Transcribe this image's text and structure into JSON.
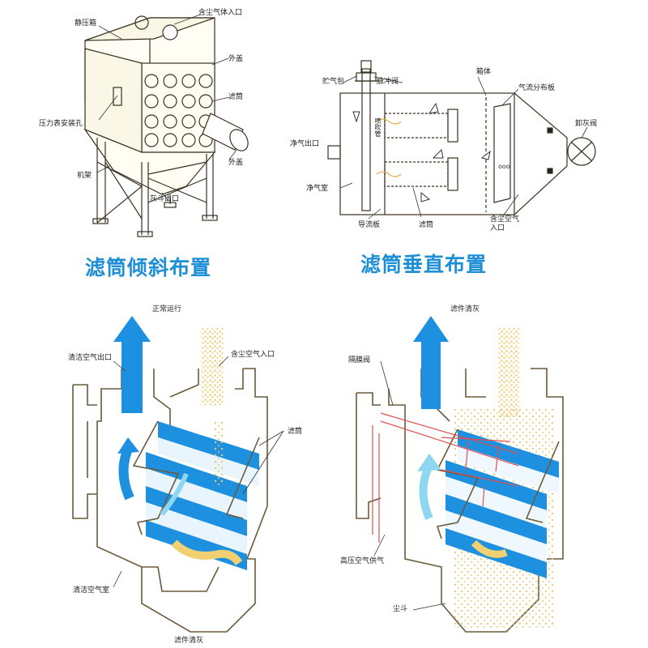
{
  "panel_tl": {
    "title": "滤筒倾斜布置",
    "labels": {
      "static_box": "静压箱",
      "dust_inlet": "含尘气体入口",
      "outer_cover_top": "外盖",
      "filter_cartridge": "滤筒",
      "pressure_hole": "压力表安装孔",
      "outer_cover_side": "外盖",
      "frame": "机架",
      "hopper_outlet": "灰斗出口"
    }
  },
  "panel_tr": {
    "title": "滤筒垂直布置",
    "labels": {
      "air_tank": "贮气包",
      "pulse_valve": "脉冲阀",
      "box": "箱体",
      "airflow_plate": "气流分布板",
      "ash_valve": "卸灰阀",
      "clean_outlet": "净气出口",
      "clean_chamber": "净气室",
      "blow_pipe": "喷吹管",
      "guide_plate": "导流板",
      "filter": "滤筒",
      "dust_inlet": "含尘空气入口"
    }
  },
  "panel_bl": {
    "title": "正常运行",
    "labels": {
      "clean_outlet": "清洁空气出口",
      "dust_inlet": "含尘空气入口",
      "filter": "滤筒",
      "clean_chamber": "清洁空气室",
      "bottom": "滤件清灰"
    }
  },
  "panel_br": {
    "title": "滤件清灰",
    "labels": {
      "isolation_valve": "隔膜阀",
      "hp_air": "高压空气供气",
      "hopper": "尘斗"
    }
  },
  "colors": {
    "title_blue": "#1e8fd6",
    "arrow_blue": "#1e90e0",
    "dust_yellow": "#f3dc8c",
    "line": "#6b5a3a",
    "pulse_red": "#e05050"
  }
}
